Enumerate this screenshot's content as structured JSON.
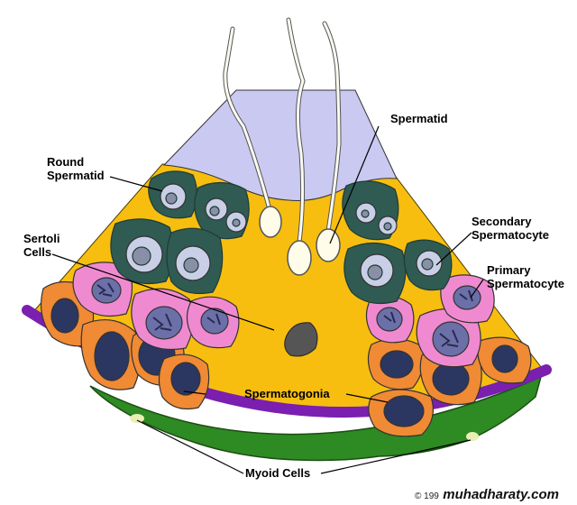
{
  "labels": {
    "spermatid": "Spermatid",
    "round_spermatid": "Round\nSpermatid",
    "sertoli_cells": "Sertoli\nCells",
    "secondary_spermatocyte": "Secondary\nSpermatocyte",
    "primary_spermatocyte": "Primary\nSpermatocyte",
    "spermatogonia": "Spermatogonia",
    "myoid_cells": "Myoid Cells"
  },
  "watermark": {
    "prefix": "© 199",
    "site": "muhadharaty.com"
  },
  "colors": {
    "lumen": "#c9c9f2",
    "epithelium": "#f7be10",
    "membrane": "#7a1fb0",
    "myoid": "#2e8a22",
    "dark_teal": "#2f5b52",
    "pink": "#f08ad0",
    "orange": "#f08a35",
    "navy": "#2b3760",
    "sperm_head": "#fffcea"
  }
}
